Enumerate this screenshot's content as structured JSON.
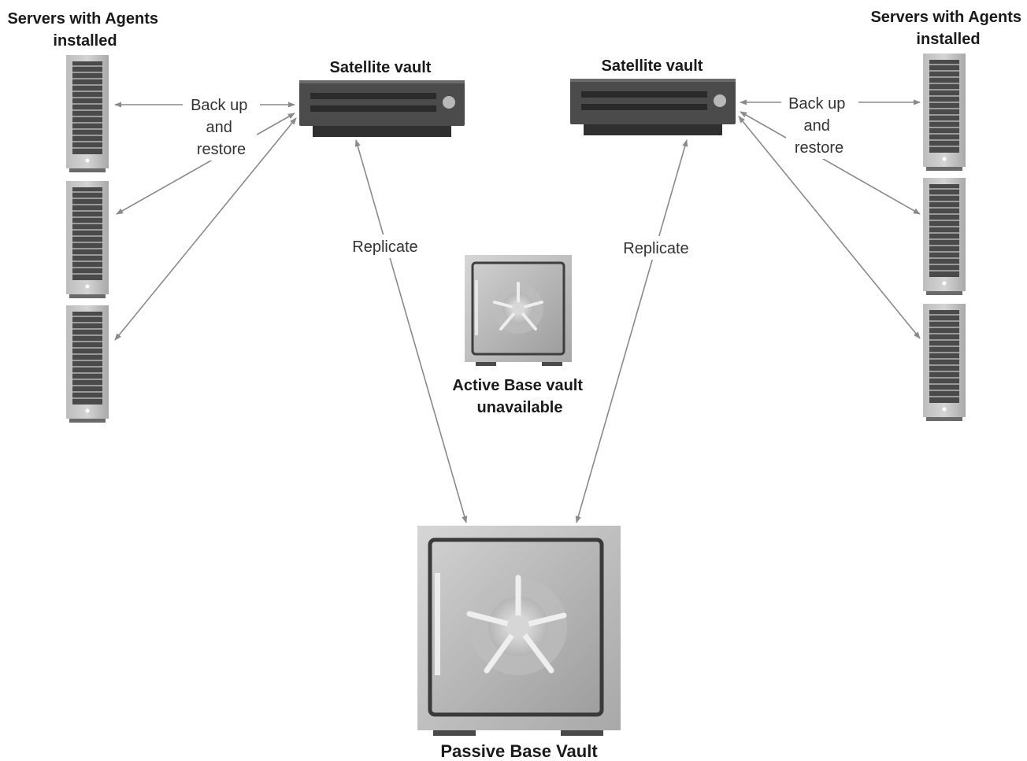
{
  "diagram": {
    "left_servers_title": [
      "Servers with Agents",
      "installed"
    ],
    "right_servers_title": [
      "Servers with Agents",
      "installed"
    ],
    "left_satellite_title": "Satellite vault",
    "right_satellite_title": "Satellite vault",
    "left_backup_label": [
      "Back up",
      "and",
      "restore"
    ],
    "right_backup_label": [
      "Back up",
      "and",
      "restore"
    ],
    "left_replicate_label": "Replicate",
    "right_replicate_label": "Replicate",
    "active_vault_label": [
      "Active Base vault",
      "unavailable"
    ],
    "passive_vault_label": "Passive Base Vault"
  }
}
